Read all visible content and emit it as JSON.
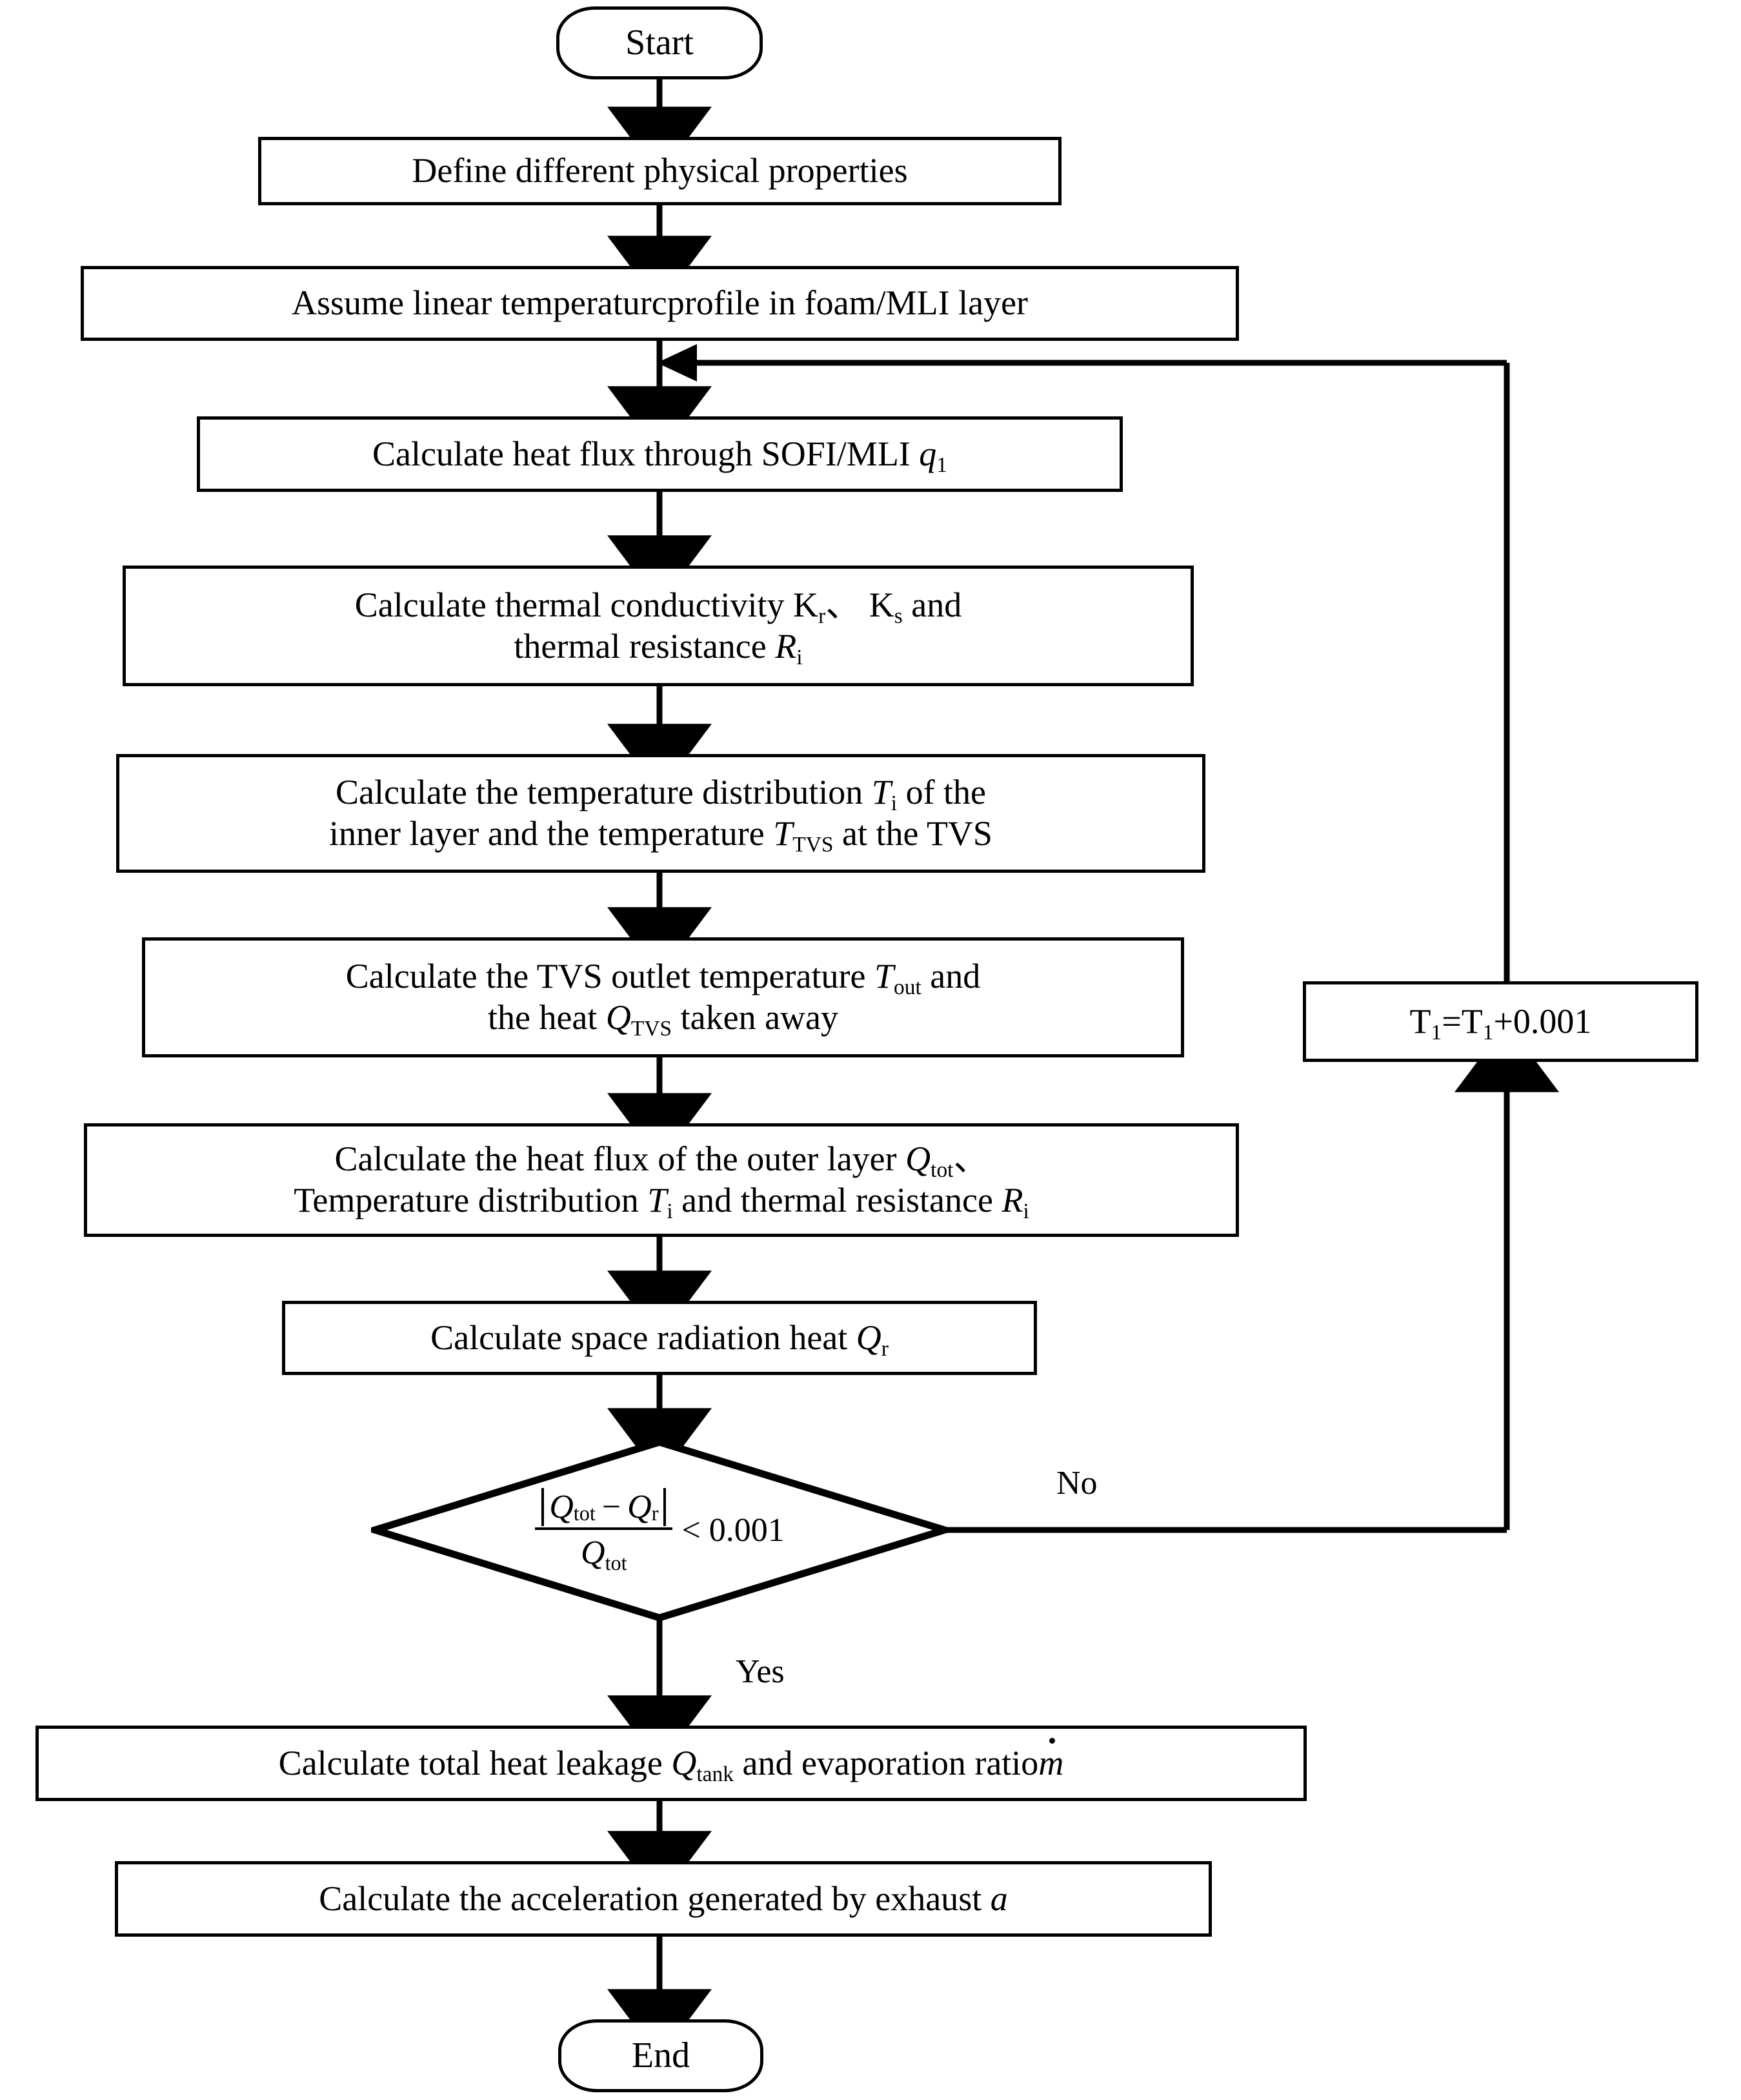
{
  "diagram": {
    "title": "Thermal / TVS calculation flowchart",
    "stroke_color": "#000000",
    "background_color": "#ffffff",
    "nodes": {
      "start": {
        "label": "Start",
        "shape": "terminator"
      },
      "define_properties": {
        "label": "Define different physical properties",
        "shape": "process"
      },
      "assume_linear": {
        "label": "Assume linear temperaturcprofile in foam/MLI layer",
        "shape": "process"
      },
      "heat_flux_sofi": {
        "shape": "process",
        "prefix": "Calculate heat flux through SOFI/MLI ",
        "symbol": "q",
        "symbol_sub": "1"
      },
      "thermal_conductivity": {
        "shape": "process",
        "line1_a": "Calculate thermal conductivity K",
        "line1_sub1": "r",
        "line1_b": "、 K",
        "line1_sub2": "s",
        "line1_c": " and",
        "line2_a": "thermal resistance ",
        "line2_sym": "R",
        "line2_sub": "i"
      },
      "temperature_distribution": {
        "shape": "process",
        "line1_a": "Calculate the temperature distribution ",
        "line1_sym": "T",
        "line1_sub": "i",
        "line1_b": " of the",
        "line2_a": "inner layer and the temperature ",
        "line2_sym": "T",
        "line2_sub": "TVS",
        "line2_b": " at the TVS"
      },
      "tvs_outlet": {
        "shape": "process",
        "line1_a": "Calculate the TVS outlet temperature ",
        "line1_sym": "T",
        "line1_sub": "out",
        "line1_b": " and",
        "line2_a": "the heat ",
        "line2_sym": "Q",
        "line2_sub": "TVS",
        "line2_b": " taken away"
      },
      "outer_layer_flux": {
        "shape": "process",
        "line1_a": "Calculate the heat flux of the outer layer ",
        "line1_sym": "Q",
        "line1_sub": "tot",
        "line1_b": "、",
        "line2_a": "Temperature distribution ",
        "line2_sym": "T",
        "line2_sub": "i",
        "line2_b": " and thermal resistance ",
        "line2_sym2": "R",
        "line2_sub2": "i"
      },
      "space_radiation": {
        "shape": "process",
        "prefix": "Calculate space radiation heat ",
        "symbol": "Q",
        "symbol_sub": "r"
      },
      "convergence_check": {
        "shape": "decision",
        "numerator_a": "Q",
        "numerator_a_sub": "tot",
        "numerator_op": "−",
        "numerator_b": "Q",
        "numerator_b_sub": "r",
        "denominator": "Q",
        "denominator_sub": "tot",
        "comparison": "< 0.001"
      },
      "increment_t1": {
        "shape": "process",
        "a": "T",
        "a_sub": "1",
        "eq": "=T",
        "b_sub": "1",
        "tail": "+0.001"
      },
      "total_leakage": {
        "shape": "process",
        "a": "Calculate total heat leakage ",
        "sym": "Q",
        "sym_sub": "tank",
        "b": " and evaporation ratio",
        "sym2": "m"
      },
      "acceleration": {
        "shape": "process",
        "a": "Calculate the acceleration generated by exhaust ",
        "sym": "a"
      },
      "end": {
        "label": "End",
        "shape": "terminator"
      }
    },
    "edge_labels": {
      "no": "No",
      "yes": "Yes"
    }
  }
}
